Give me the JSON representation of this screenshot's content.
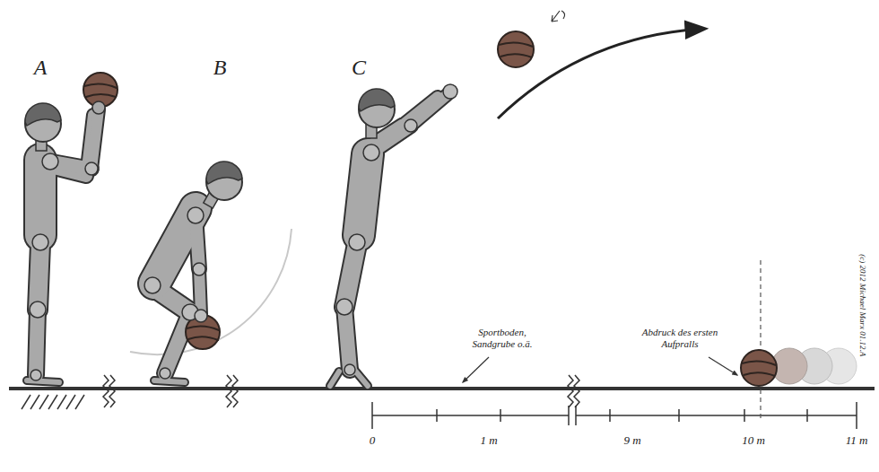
{
  "diagram": {
    "labels": [
      "A",
      "B",
      "C",
      "Sportboden, Sandgrube o.ä.",
      "Abdruck des ersten Aufpralls",
      "0",
      "1 m",
      "9 m",
      "10 m",
      "11 m",
      "(c) 2012 Michael Marx 01.12.A"
    ]
  }
}
